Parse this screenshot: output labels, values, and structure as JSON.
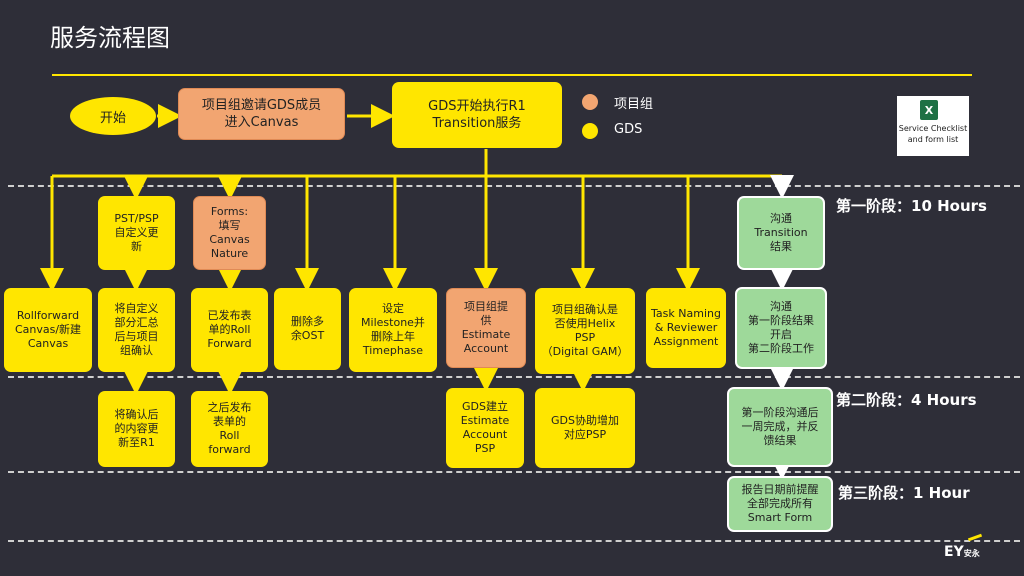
{
  "title": "服务流程图",
  "start": "开始",
  "invite": "项目组邀请GDS成员\n进入Canvas",
  "gds_start": "GDS开始执行R1\nTransition服务",
  "legend": {
    "team": "项目组",
    "gds": "GDS"
  },
  "excel_label": "Service Checklist\nand form list",
  "phases": {
    "p1": "第一阶段：10 Hours",
    "p2": "第二阶段：4 Hours",
    "p3": "第三阶段：1 Hour"
  },
  "boxes": {
    "pst": "PST/PSP\n自定义更\n新",
    "forms": "Forms:\n填写\nCanvas\nNature",
    "comm_result": "沟通\nTransition\n结果",
    "rollforward": "Rollforward\nCanvas/新建\nCanvas",
    "custom_summary": "将自定义\n部分汇总\n后与项目\n组确认",
    "published_roll": "已发布表\n单的Roll\nForward",
    "delete_ost": "删除多\n余OST",
    "milestone": "设定\nMilestone并\n删除上年\nTimephase",
    "team_estimate": "项目组提\n供\nEstimate\nAccount",
    "helix": "项目组确认是\n否使用Helix\nPSP\n（Digital GAM）",
    "task_naming": "Task Naming\n& Reviewer\nAssignment",
    "comm_phase1": "沟通\n第一阶段结果\n开启\n第二阶段工作",
    "update_r1": "将确认后\n的内容更\n新至R1",
    "later_forms": "之后发布\n表单的\nRoll\nforward",
    "gds_estimate": "GDS建立\nEstimate\nAccount\nPSP",
    "gds_psp": "GDS协助增加\n对应PSP",
    "week_feedback": "第一阶段沟通后\n一周完成，并反\n馈结果",
    "smart_form": "报告日期前提醒\n全部完成所有\nSmart Form"
  },
  "colors": {
    "background": "#2e2e38",
    "gds": "#ffe600",
    "team": "#f2a571",
    "comm": "#9ed99a"
  },
  "logo": {
    "text": "EY",
    "sub": "安永"
  }
}
